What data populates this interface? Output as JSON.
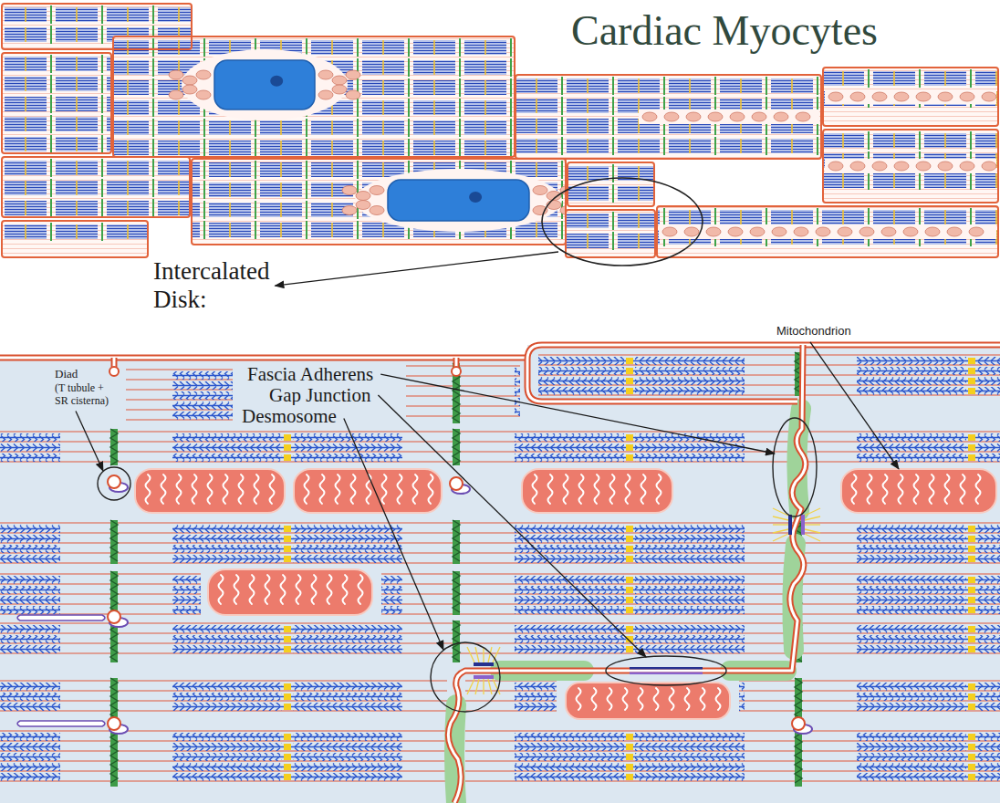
{
  "diagram": {
    "title": "Cardiac Myocytes",
    "labels": [
      "Intercalated Disk:",
      "Diad",
      "(T tubule + SR cisterna)",
      "Fascia Adherens",
      "Gap Junction",
      "Desmosome",
      "Mitochondrion"
    ]
  }
}
